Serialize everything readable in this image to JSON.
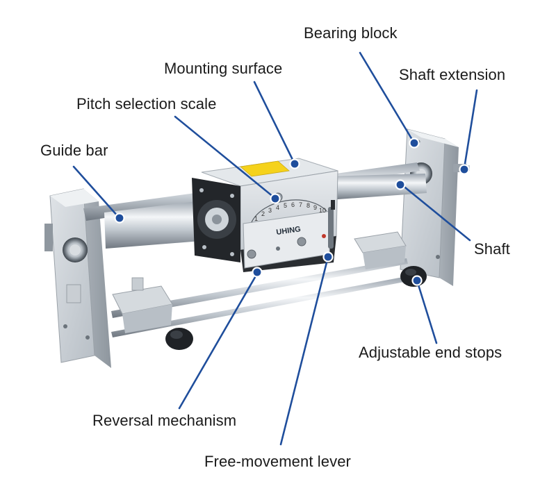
{
  "diagram": {
    "labels": {
      "bearing_block": "Bearing block",
      "mounting_surface": "Mounting surface",
      "shaft_extension": "Shaft extension",
      "pitch_selection_scale": "Pitch selection scale",
      "guide_bar": "Guide bar",
      "shaft": "Shaft",
      "adjustable_end_stops": "Adjustable end stops",
      "reversal_mechanism": "Reversal mechanism",
      "free_movement_lever": "Free-movement lever"
    },
    "device_markings": {
      "brand": "UHING",
      "scale_numbers": [
        "1",
        "2",
        "3",
        "4",
        "5",
        "6",
        "7",
        "8",
        "9",
        "10"
      ]
    },
    "colors": {
      "leader_line": "#1f4e9c",
      "marker_fill": "#1f4e9c",
      "marker_ring": "#ffffff",
      "label_text": "#1a1a1a"
    }
  }
}
